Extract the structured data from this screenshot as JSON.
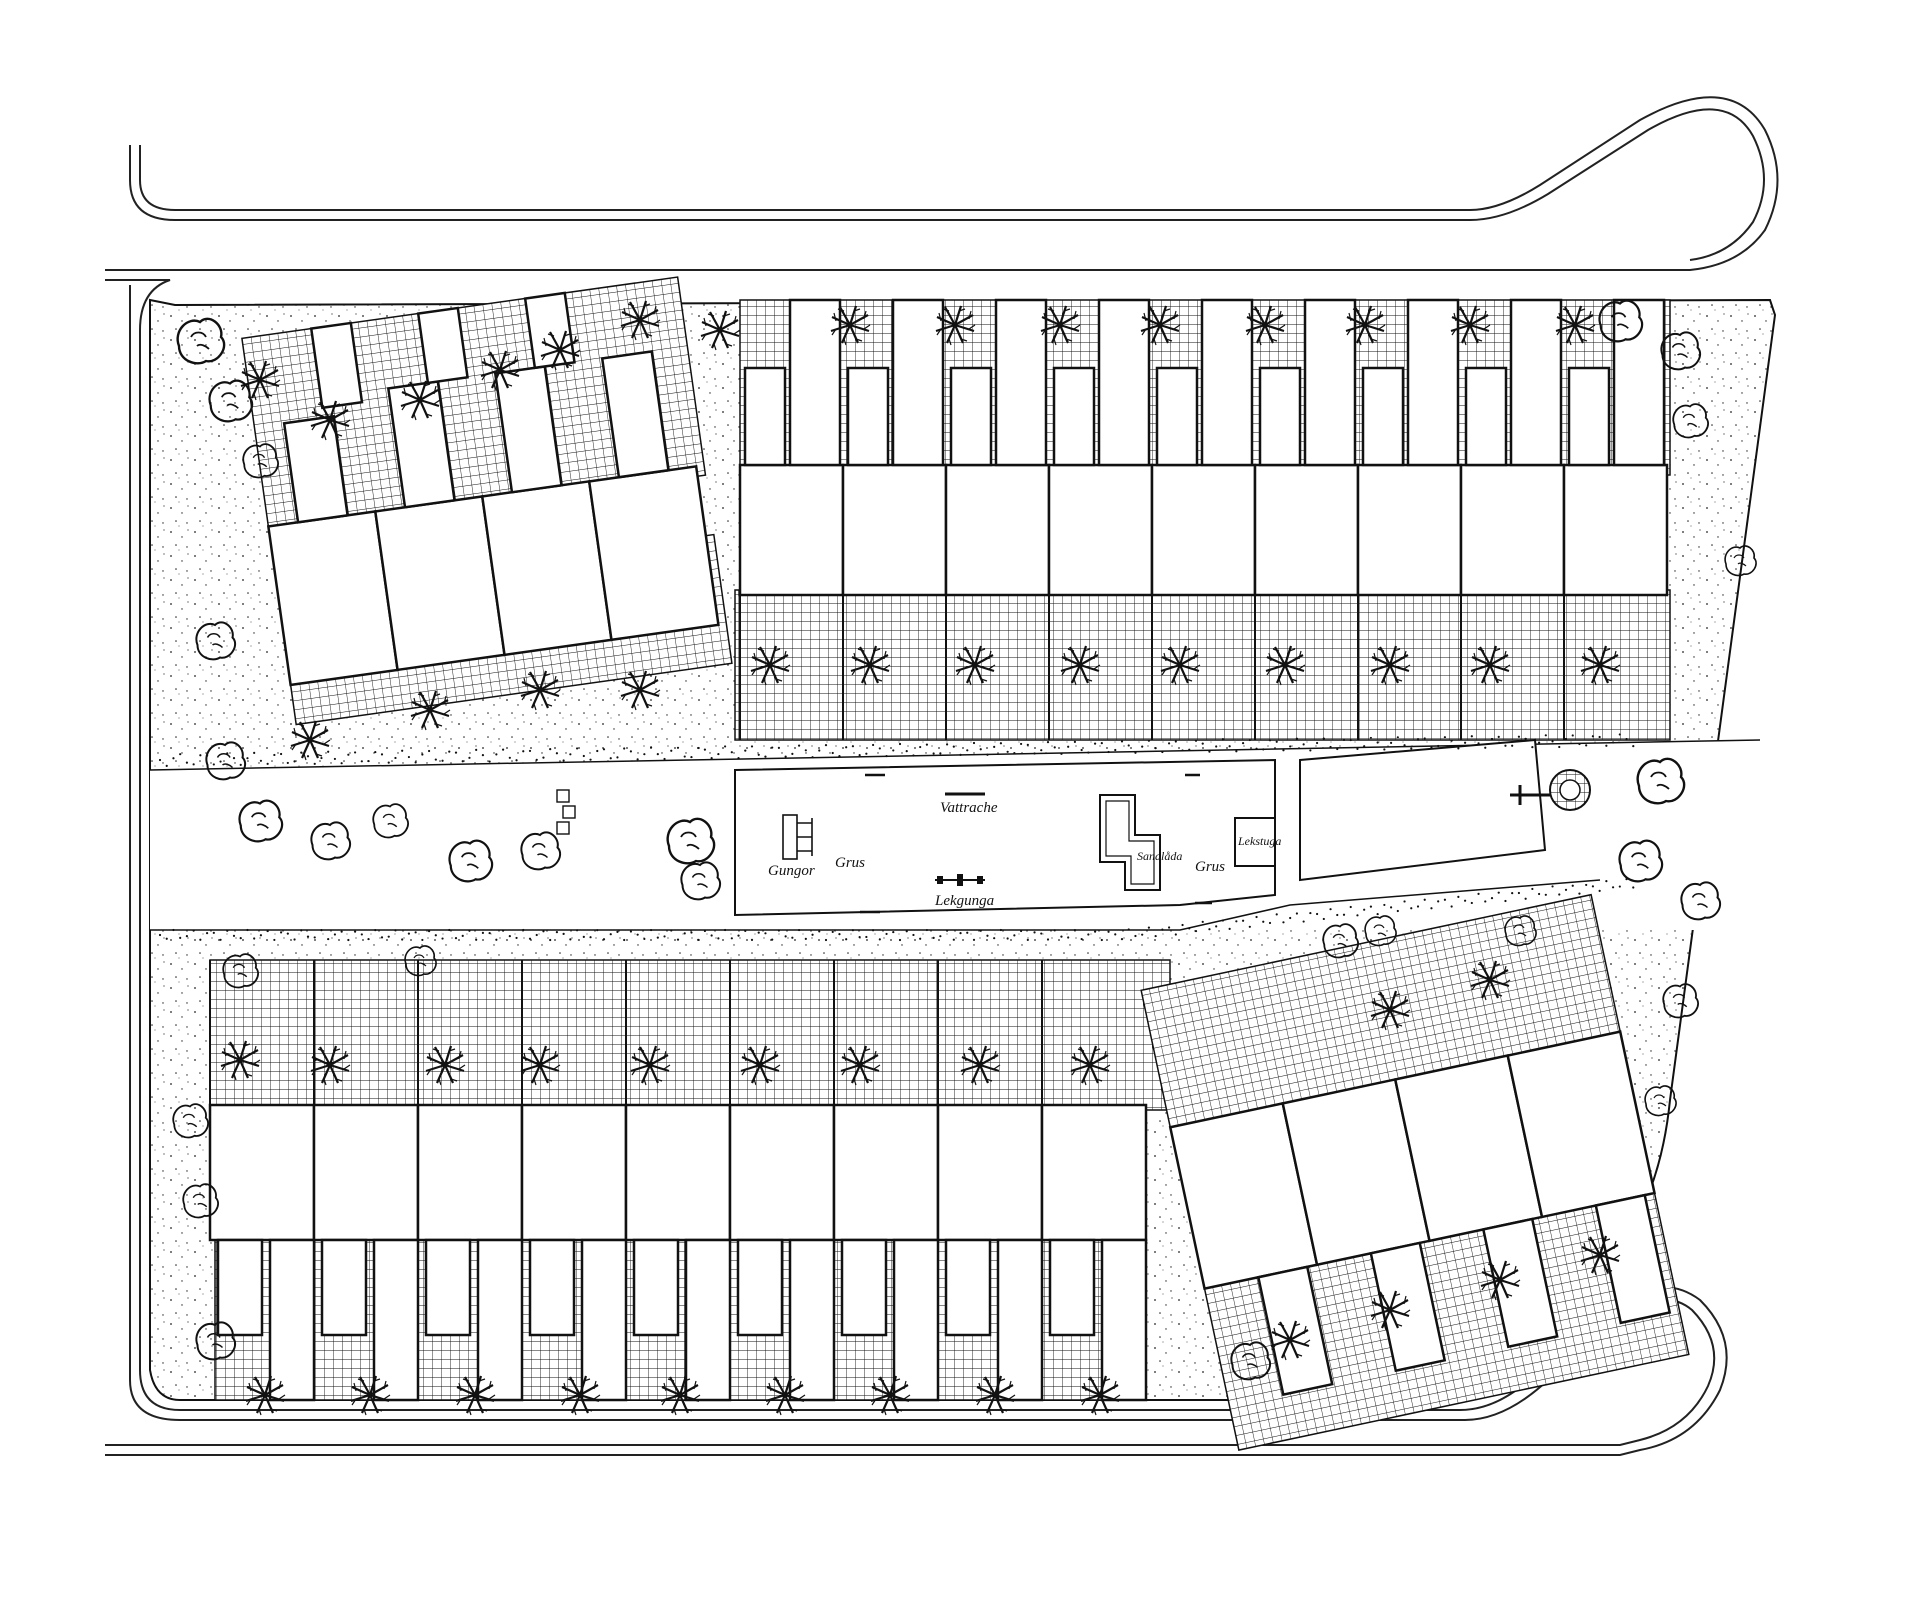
{
  "plan": {
    "labels": {
      "gungor": "Gungor",
      "grus_left": "Grus",
      "vattrache": "Vattrache",
      "lekgunga": "Lekgunga",
      "sandlada": "Sandlåda",
      "grus_right": "Grus",
      "lekstuga": "Lekstuga"
    }
  }
}
